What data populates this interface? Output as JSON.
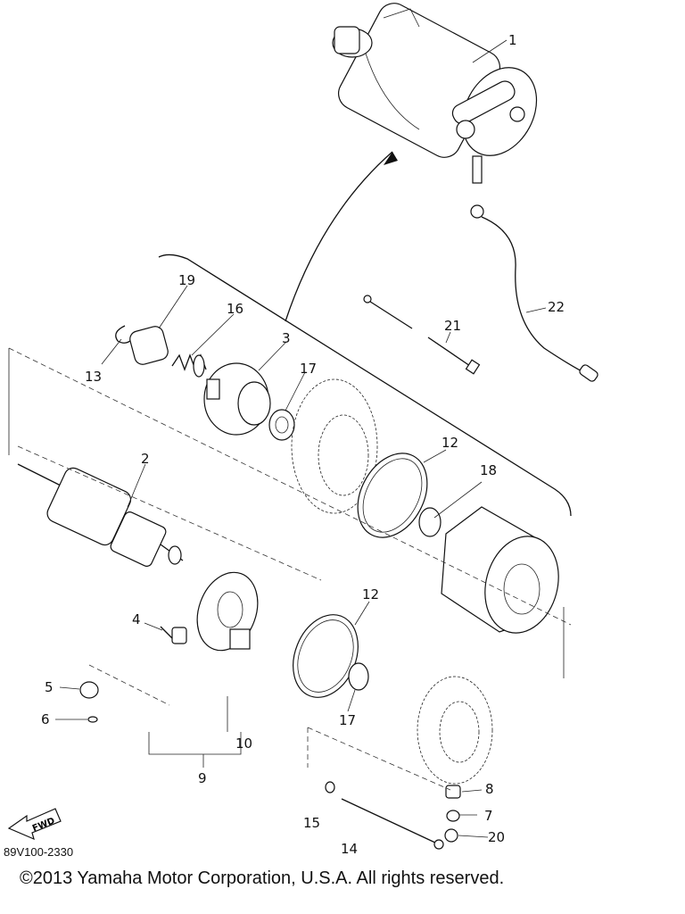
{
  "diagram": {
    "part_code": "89V100-2330",
    "copyright": "©2013 Yamaha Motor Corporation, U.S.A. All rights reserved.",
    "fwd_label": "FWD",
    "callouts": [
      "1",
      "2",
      "3",
      "4",
      "5",
      "6",
      "7",
      "8",
      "9",
      "10",
      "12",
      "12",
      "13",
      "14",
      "15",
      "16",
      "17",
      "17",
      "18",
      "19",
      "20",
      "21",
      "22"
    ]
  }
}
